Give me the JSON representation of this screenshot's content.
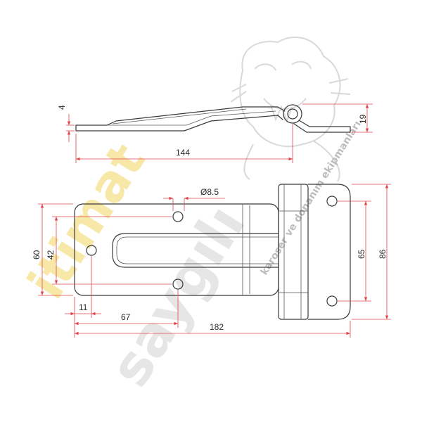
{
  "watermark": {
    "brand_yellow": "itimat",
    "brand_grey": "saygılı",
    "tagline": "karoser ve donanım ekipmanları",
    "logo_icon": "tiger-logo-icon",
    "colors": {
      "yellow": "#f8e8a8",
      "grey": "#e6e6e6",
      "tagline": "#bdbdbd"
    }
  },
  "dimensions": {
    "side_thickness": "4",
    "side_height": "19",
    "side_length": "144",
    "hole_diameter": "Ø8.5",
    "plate_height": "60",
    "hole_spacing": "42",
    "hinge_hole_spacing": "65",
    "hinge_height": "86",
    "edge_offset": "11",
    "hole_offset": "67",
    "total_length": "182"
  },
  "colors": {
    "outline": "#3a3a3a",
    "dimension": "#e0474c",
    "text": "#2b2b2b"
  }
}
